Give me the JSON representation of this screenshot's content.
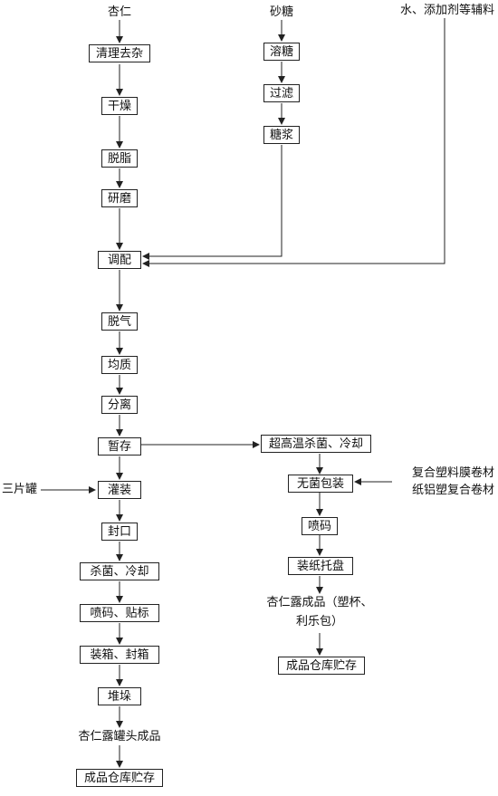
{
  "inputs": {
    "almond": "杏仁",
    "sugar": "砂糖",
    "additives": "水、添加剂等辅料",
    "can": "三片罐",
    "film_line1": "复合塑料膜卷材",
    "film_line2": "纸铝塑复合卷材"
  },
  "left_chain": {
    "clean": "清理去杂",
    "dry": "干燥",
    "defat": "脱脂",
    "grind": "研磨",
    "mix": "调配",
    "degas": "脱气",
    "homogenize": "均质",
    "separate": "分离",
    "store_temp": "暂存",
    "fill": "灌装",
    "seal": "封口",
    "sterilize": "杀菌、冷却",
    "code_label": "喷码、贴标",
    "box_pack": "装箱、封箱",
    "stack": "堆垛",
    "product": "杏仁露罐头成品",
    "warehouse": "成品仓库贮存"
  },
  "sugar_chain": {
    "dissolve": "溶糖",
    "filter": "过滤",
    "syrup": "糖浆"
  },
  "right_chain": {
    "uht": "超高温杀菌、冷却",
    "aseptic": "无菌包装",
    "code": "喷码",
    "tray": "装纸托盘",
    "product_line1": "杏仁露成品（塑杯、",
    "product_line2": "利乐包）",
    "warehouse": "成品仓库贮存"
  }
}
